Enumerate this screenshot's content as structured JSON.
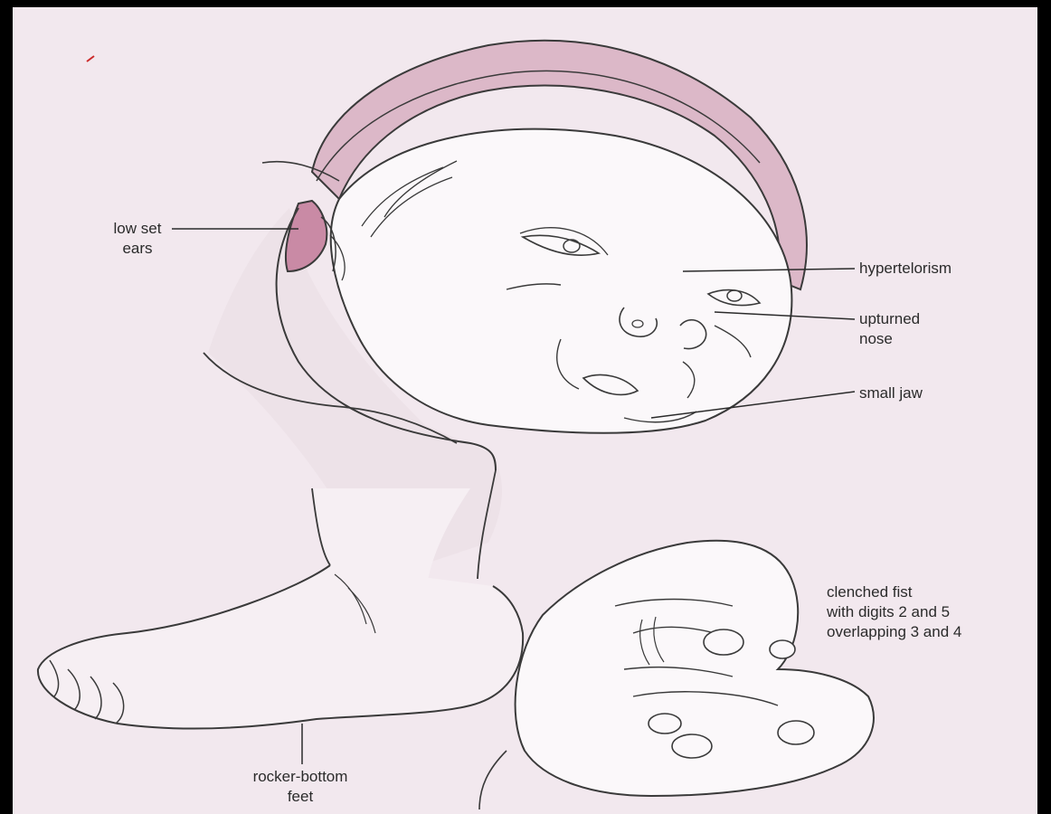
{
  "labels": {
    "low_set_ears": [
      "low set",
      "ears"
    ],
    "hypertelorism": "hypertelorism",
    "upturned_nose": [
      "upturned",
      "nose"
    ],
    "small_jaw": "small jaw",
    "clenched_fist": [
      "clenched fist",
      "with digits 2 and 5",
      "overlapping 3 and 4"
    ],
    "rocker_bottom_feet": [
      "rocker-bottom",
      "feet"
    ]
  },
  "colors": {
    "background": "#f2e8ee",
    "skin": "#fbf8fa",
    "shadow": "#eadde5",
    "cap": "#d9b3c5",
    "ear": "#c98aa5",
    "line": "#3a3a3a"
  }
}
